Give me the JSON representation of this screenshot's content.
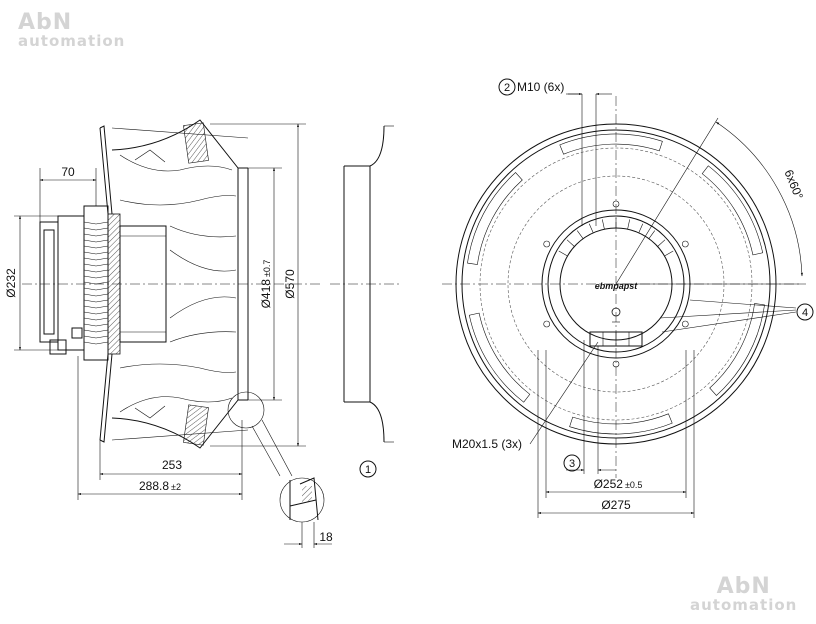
{
  "watermark": {
    "brand": "AbN",
    "sub": "automation"
  },
  "side_view": {
    "dim_70": "70",
    "dim_232": "Ø232",
    "dim_418": "Ø418",
    "dim_418_tol": "±0.7",
    "dim_570": "Ø570",
    "dim_253": "253",
    "dim_288": "288.8",
    "dim_288_tol": "±2",
    "dim_18": "18",
    "callout_1": "1"
  },
  "front_view": {
    "callout_2": "2",
    "m10_label": "M10 (6x)",
    "angle_label": "6x60°",
    "callout_4": "4",
    "m20_label": "M20x1.5 (3x)",
    "callout_3": "3",
    "dim_252": "Ø252",
    "dim_252_tol": "±0.5",
    "dim_275": "Ø275",
    "logo_text": "ebmpapst"
  }
}
